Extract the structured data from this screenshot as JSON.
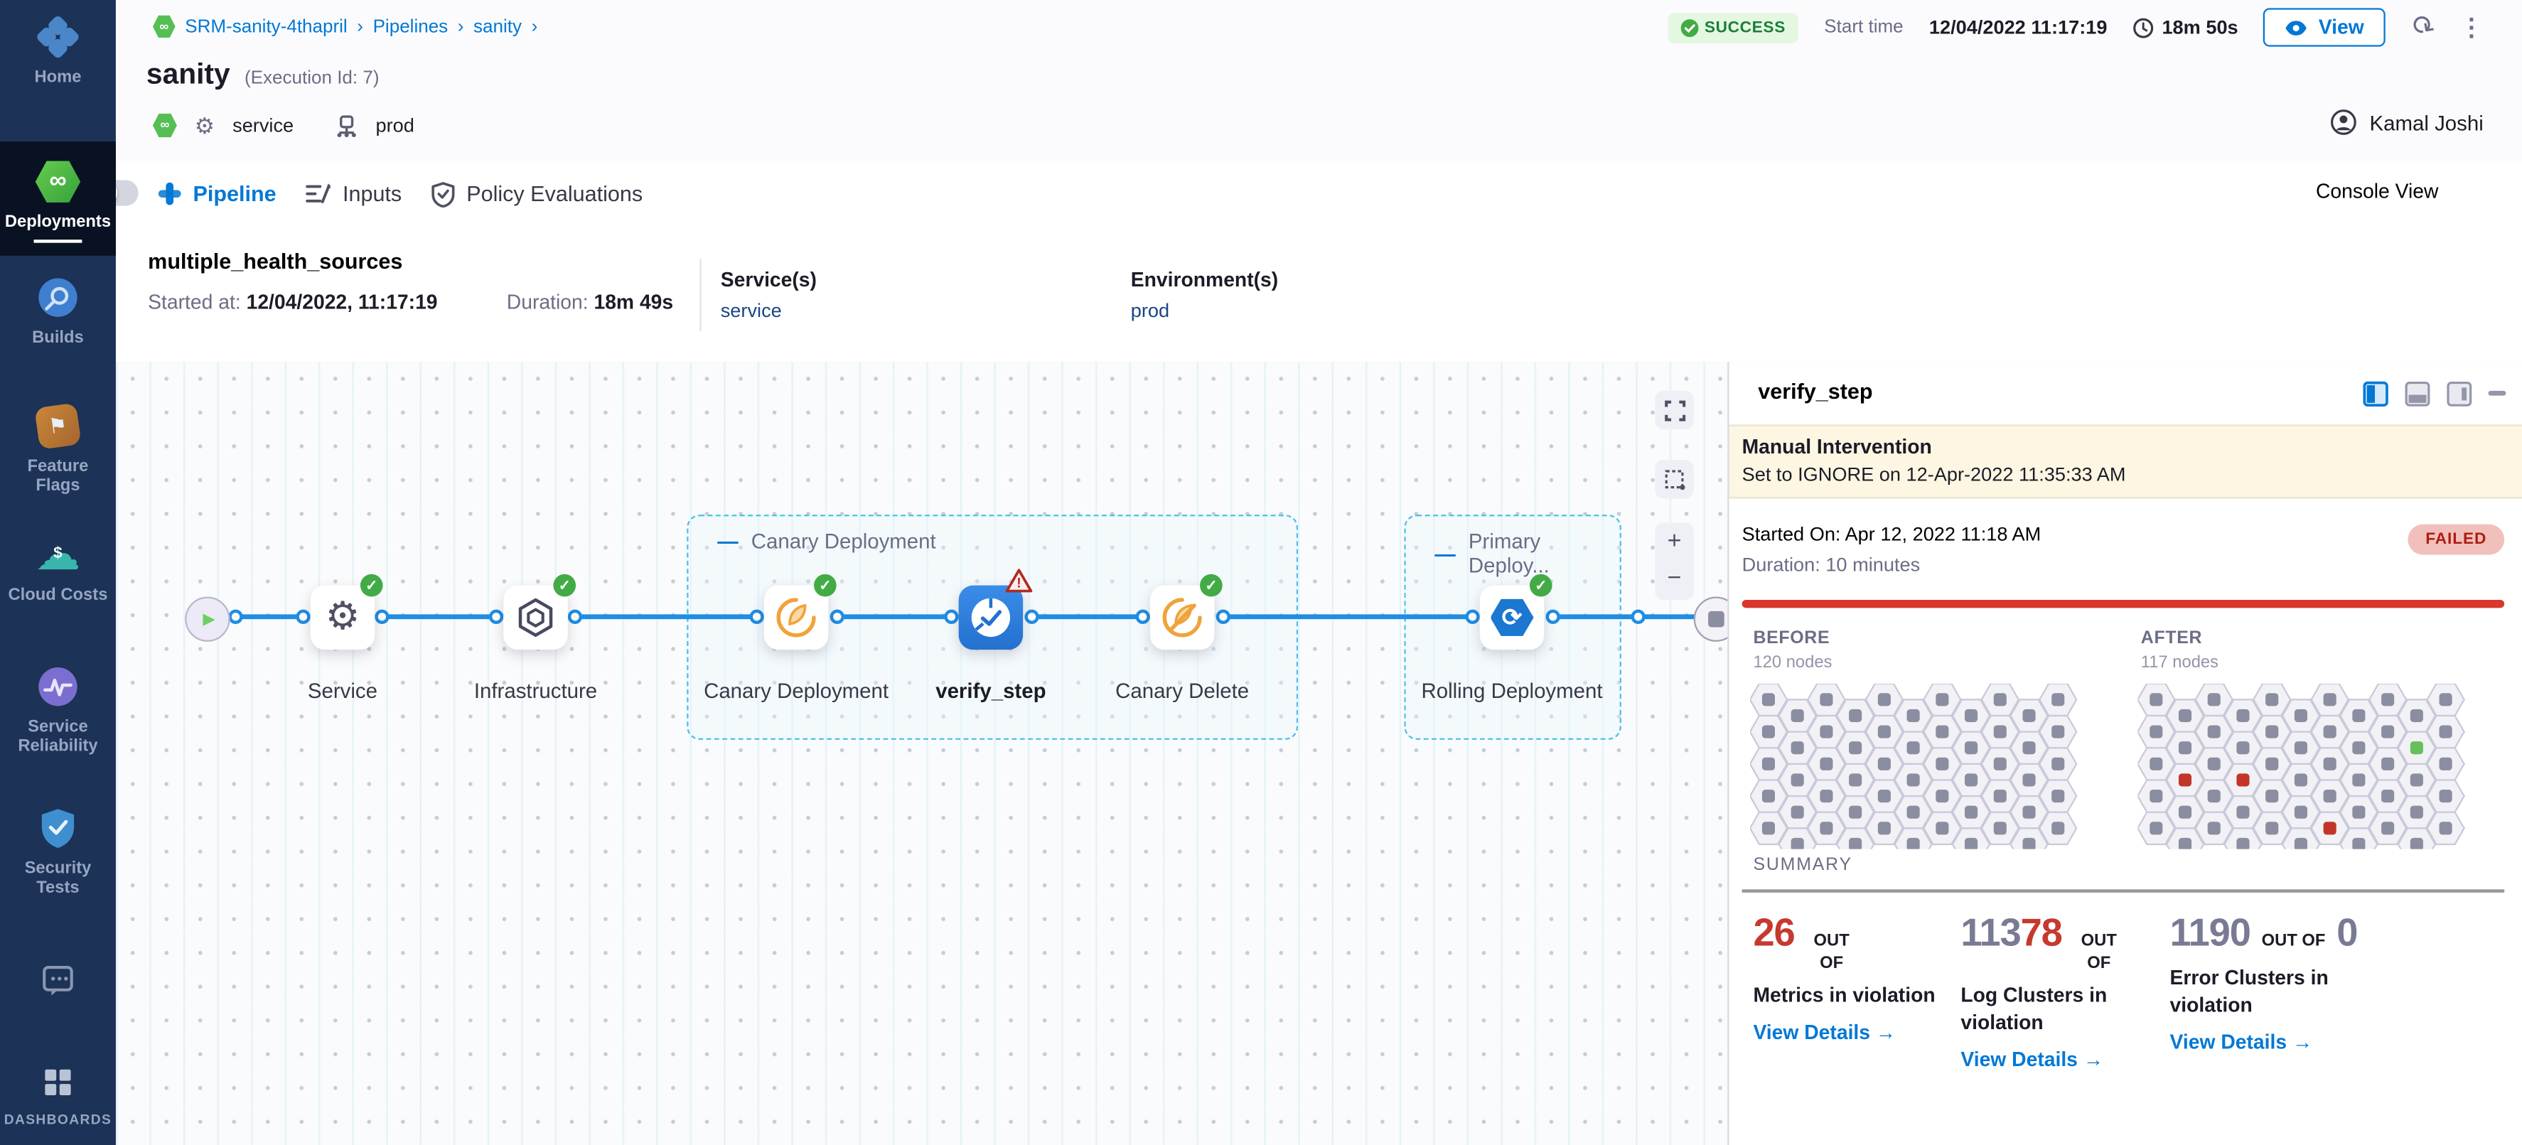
{
  "colors": {
    "accent": "#0278d5",
    "success_green": "#42ab45",
    "failed_text": "#ad1d12",
    "bar_red": "#d9372b",
    "violation_red": "#c6392f",
    "number_gray": "#787b93",
    "sidebar_bg": "#1c3256",
    "link_blue": "#0278d5"
  },
  "sidebar": {
    "items": [
      {
        "label": "Home",
        "icon": "harness-logo"
      },
      {
        "label": "Deployments",
        "icon": "deployments-infinity",
        "active": true
      },
      {
        "label": "Builds",
        "icon": "builds"
      },
      {
        "label": "Feature Flags",
        "icon": "feature-flags"
      },
      {
        "label": "Cloud Costs",
        "icon": "cloud-costs"
      },
      {
        "label": "Service Reliability",
        "icon": "service-reliability"
      },
      {
        "label": "Security Tests",
        "icon": "security-tests"
      },
      {
        "label": "",
        "icon": "chat"
      },
      {
        "label": "DASHBOARDS",
        "icon": "dashboards"
      }
    ]
  },
  "header": {
    "breadcrumb": {
      "project": "SRM-sanity-4thapril",
      "section": "Pipelines",
      "pipeline": "sanity",
      "separator": "›"
    },
    "status_badge": "SUCCESS",
    "start_time_label": "Start time",
    "start_time": "12/04/2022 11:17:19",
    "elapsed": "18m 50s",
    "view_button": "View",
    "title": "sanity",
    "execution_id": "(Execution Id: 7)",
    "service_tag": "service",
    "environment_tag": "prod",
    "user_name": "Kamal Joshi"
  },
  "tabs": {
    "pipeline": "Pipeline",
    "inputs": "Inputs",
    "policy": "Policy Evaluations",
    "console_view_label": "Console View"
  },
  "run_info": {
    "name": "multiple_health_sources",
    "started_label": "Started at:",
    "started_value": "12/04/2022, 11:17:19",
    "duration_label": "Duration:",
    "duration_value": "18m 49s",
    "services_label": "Service(s)",
    "services_value": "service",
    "environments_label": "Environment(s)",
    "environments_value": "prod"
  },
  "pipeline": {
    "nodes": {
      "service": "Service",
      "infrastructure": "Infrastructure"
    },
    "canary_group": {
      "label": "Canary Deployment",
      "nodes": {
        "canary_deployment": "Canary Deployment",
        "verify_step": "verify_step",
        "canary_delete": "Canary Delete"
      }
    },
    "primary_group": {
      "label": "Primary Deploy...",
      "nodes": {
        "rolling_deployment": "Rolling Deployment"
      }
    }
  },
  "panel": {
    "title": "verify_step",
    "banner": {
      "title": "Manual Intervention",
      "subtitle": "Set to IGNORE on 12-Apr-2022 11:35:33 AM"
    },
    "started_on": "Started On: Apr 12, 2022 11:18 AM",
    "duration": "Duration: 10 minutes",
    "status": "FAILED",
    "before": {
      "label": "BEFORE",
      "nodes": "120 nodes"
    },
    "after": {
      "label": "AFTER",
      "nodes": "117 nodes"
    },
    "grids": {
      "cols": 11,
      "rows": 5,
      "before_special": [],
      "after_special": [
        {
          "c": 1,
          "r": 2,
          "color": "red"
        },
        {
          "c": 3,
          "r": 2,
          "color": "red"
        },
        {
          "c": 9,
          "r": 1,
          "color": "green"
        },
        {
          "c": 6,
          "r": 4,
          "color": "red"
        }
      ]
    },
    "summary": {
      "label": "SUMMARY",
      "cards": [
        {
          "value": "26",
          "out_of": "OUT OF",
          "label": "Metrics in violation",
          "link": "View Details"
        },
        {
          "value_total": "113",
          "value": "78",
          "out_of": "OUT OF",
          "label": "Log Clusters in violation",
          "link": "View Details"
        },
        {
          "value_total": "1190",
          "out_of": "OUT OF",
          "value_after": "0",
          "label": "Error Clusters in violation",
          "link": "View Details"
        }
      ]
    }
  },
  "icons": {
    "gear": "⚙",
    "kebab": "⋮",
    "plus": "+",
    "minus": "−",
    "infinity": "∞",
    "rolling_arrow": "⟳",
    "check": "✓",
    "refresh": "⟳",
    "flag": "⚑",
    "cloud": "☁",
    "dollar": "$",
    "play": "▶",
    "arrow_right": "→"
  }
}
